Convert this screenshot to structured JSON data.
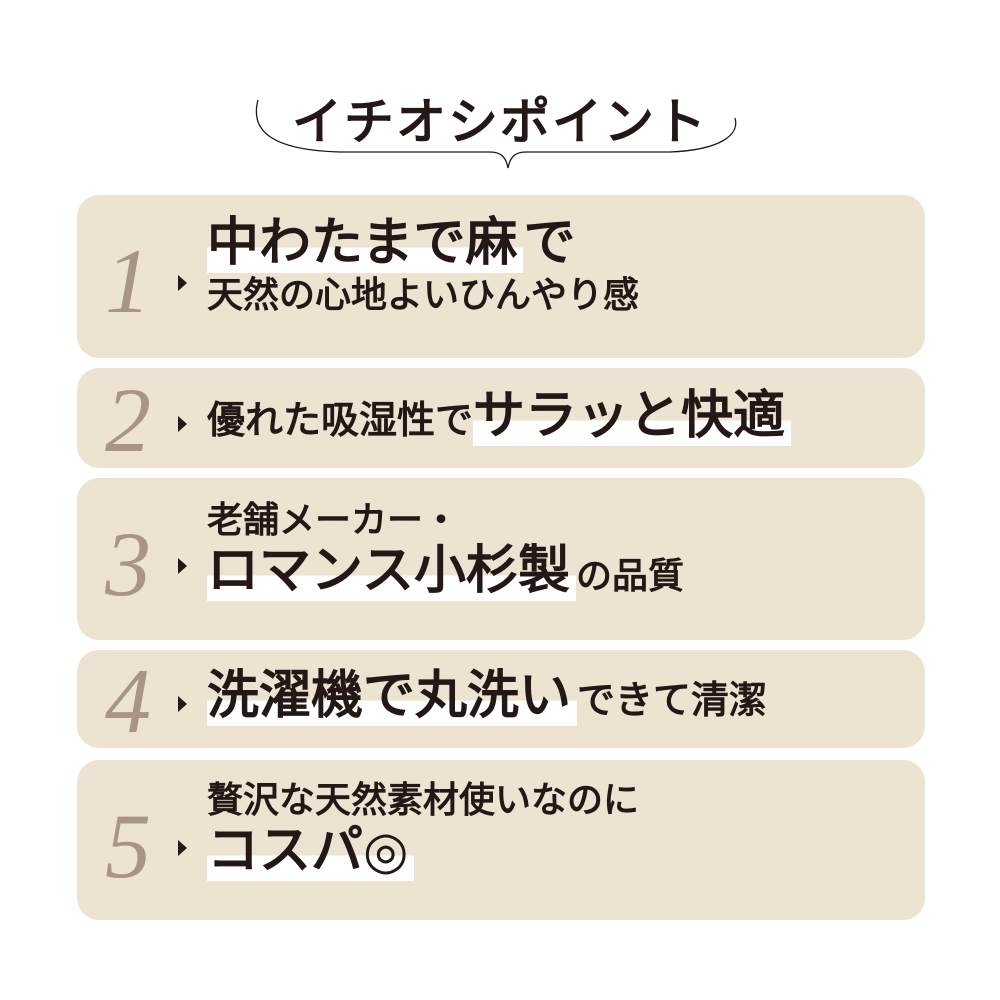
{
  "title": "イチオシポイント",
  "colors": {
    "card_bg": "#ece3d0",
    "number": "#a89585",
    "text": "#231815",
    "highlight": "#ffffff"
  },
  "points": [
    {
      "number": "1",
      "lines": [
        [
          {
            "text": "中わたまで麻",
            "style": "big-highlight"
          },
          {
            "text": "で",
            "style": "big"
          }
        ],
        [
          {
            "text": "天然の心地よいひんやり感",
            "style": "normal"
          }
        ]
      ]
    },
    {
      "number": "2",
      "lines": [
        [
          {
            "text": "優れた吸湿性で",
            "style": "normal"
          },
          {
            "text": "サラッと快適",
            "style": "big-highlight"
          }
        ]
      ]
    },
    {
      "number": "3",
      "lines": [
        [
          {
            "text": "老舗メーカー・",
            "style": "normal"
          }
        ],
        [
          {
            "text": "ロマンス小杉製",
            "style": "big-highlight"
          },
          {
            "text": "の品質",
            "style": "normal"
          }
        ]
      ]
    },
    {
      "number": "4",
      "lines": [
        [
          {
            "text": "洗濯機で丸洗い",
            "style": "big-highlight"
          },
          {
            "text": "できて清潔",
            "style": "normal"
          }
        ]
      ]
    },
    {
      "number": "5",
      "lines": [
        [
          {
            "text": "贅沢な天然素材使いなのに",
            "style": "normal"
          }
        ],
        [
          {
            "text": "コスパ◎",
            "style": "big-highlight"
          }
        ]
      ]
    }
  ]
}
